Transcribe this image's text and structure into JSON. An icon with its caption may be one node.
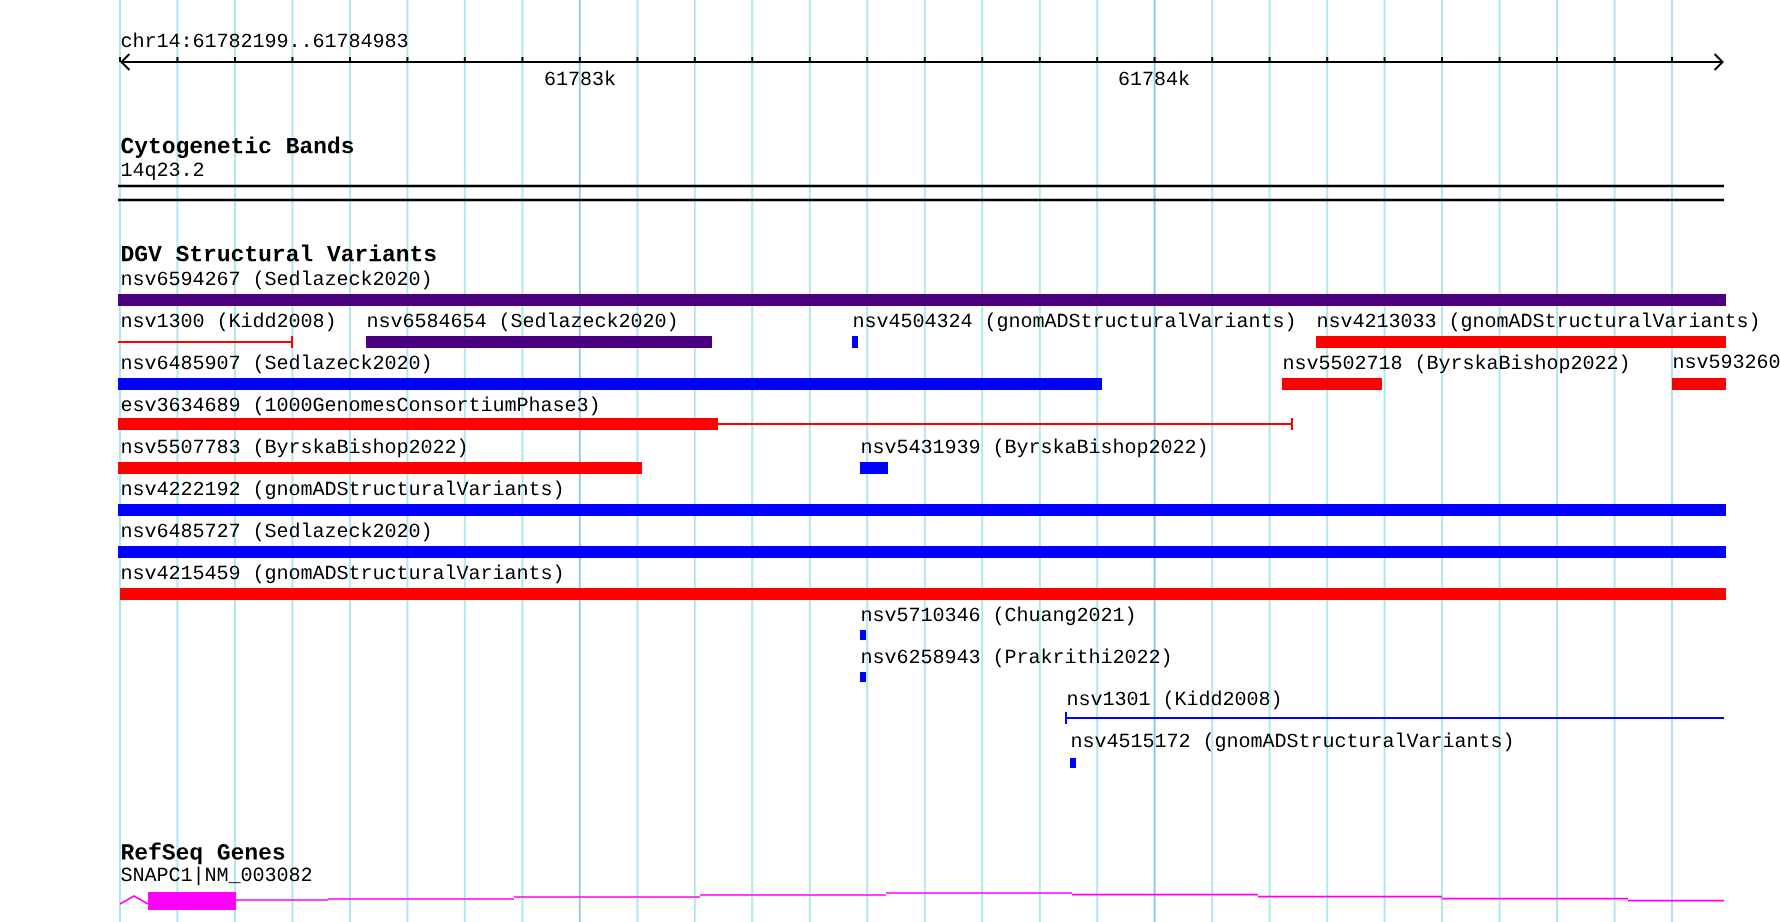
{
  "diagram": {
    "nodes": [
      {
        "text": [
          "14q23.2"
        ]
      },
      {
        "text": [
          "nsv6594267 (Sedlazeck2020)"
        ]
      },
      {
        "text": [
          "nsv1300 (Kidd2008)"
        ]
      },
      {
        "text": [
          "nsv6584654 (Sedlazeck2020)"
        ]
      },
      {
        "text": [
          "nsv4504324 (gnomADStructuralVariants)"
        ]
      },
      {
        "text": [
          "nsv4213033 (gnomADStructuralVariants)"
        ]
      },
      {
        "text": [
          "nsv6485907 (Sedlazeck2020)"
        ]
      },
      {
        "text": [
          "nsv5502718 (ByrskaBishop2022)"
        ]
      },
      {
        "text": [
          "nsv593260"
        ]
      },
      {
        "text": [
          "esv3634689 (1000GenomesConsortiumPhase3)"
        ]
      },
      {
        "text": [
          "nsv5507783 (ByrskaBishop2022)"
        ]
      },
      {
        "text": [
          "nsv5431939 (ByrskaBishop2022)"
        ]
      },
      {
        "text": [
          "nsv4222192 (gnomADStructuralVariants)"
        ]
      },
      {
        "text": [
          "nsv6485727 (Sedlazeck2020)"
        ]
      },
      {
        "text": [
          "nsv4215459 (gnomADStructuralVariants)"
        ]
      },
      {
        "text": [
          "nsv5710346 (Chuang2021)"
        ]
      },
      {
        "text": [
          "nsv6258943 (Prakrithi2022)"
        ]
      },
      {
        "text": [
          "nsv1301 (Kidd2008)"
        ]
      },
      {
        "text": [
          "nsv4515172 (gnomADStructuralVariants)"
        ]
      },
      {
        "text": [
          "SNAPC1|NM_003082"
        ]
      }
    ],
    "labels": [
      "chr14:61782199..61784983",
      "61783k",
      "61784k",
      "Cytogenetic Bands",
      "DGV Structural Variants",
      "RefSeq Genes"
    ]
  }
}
